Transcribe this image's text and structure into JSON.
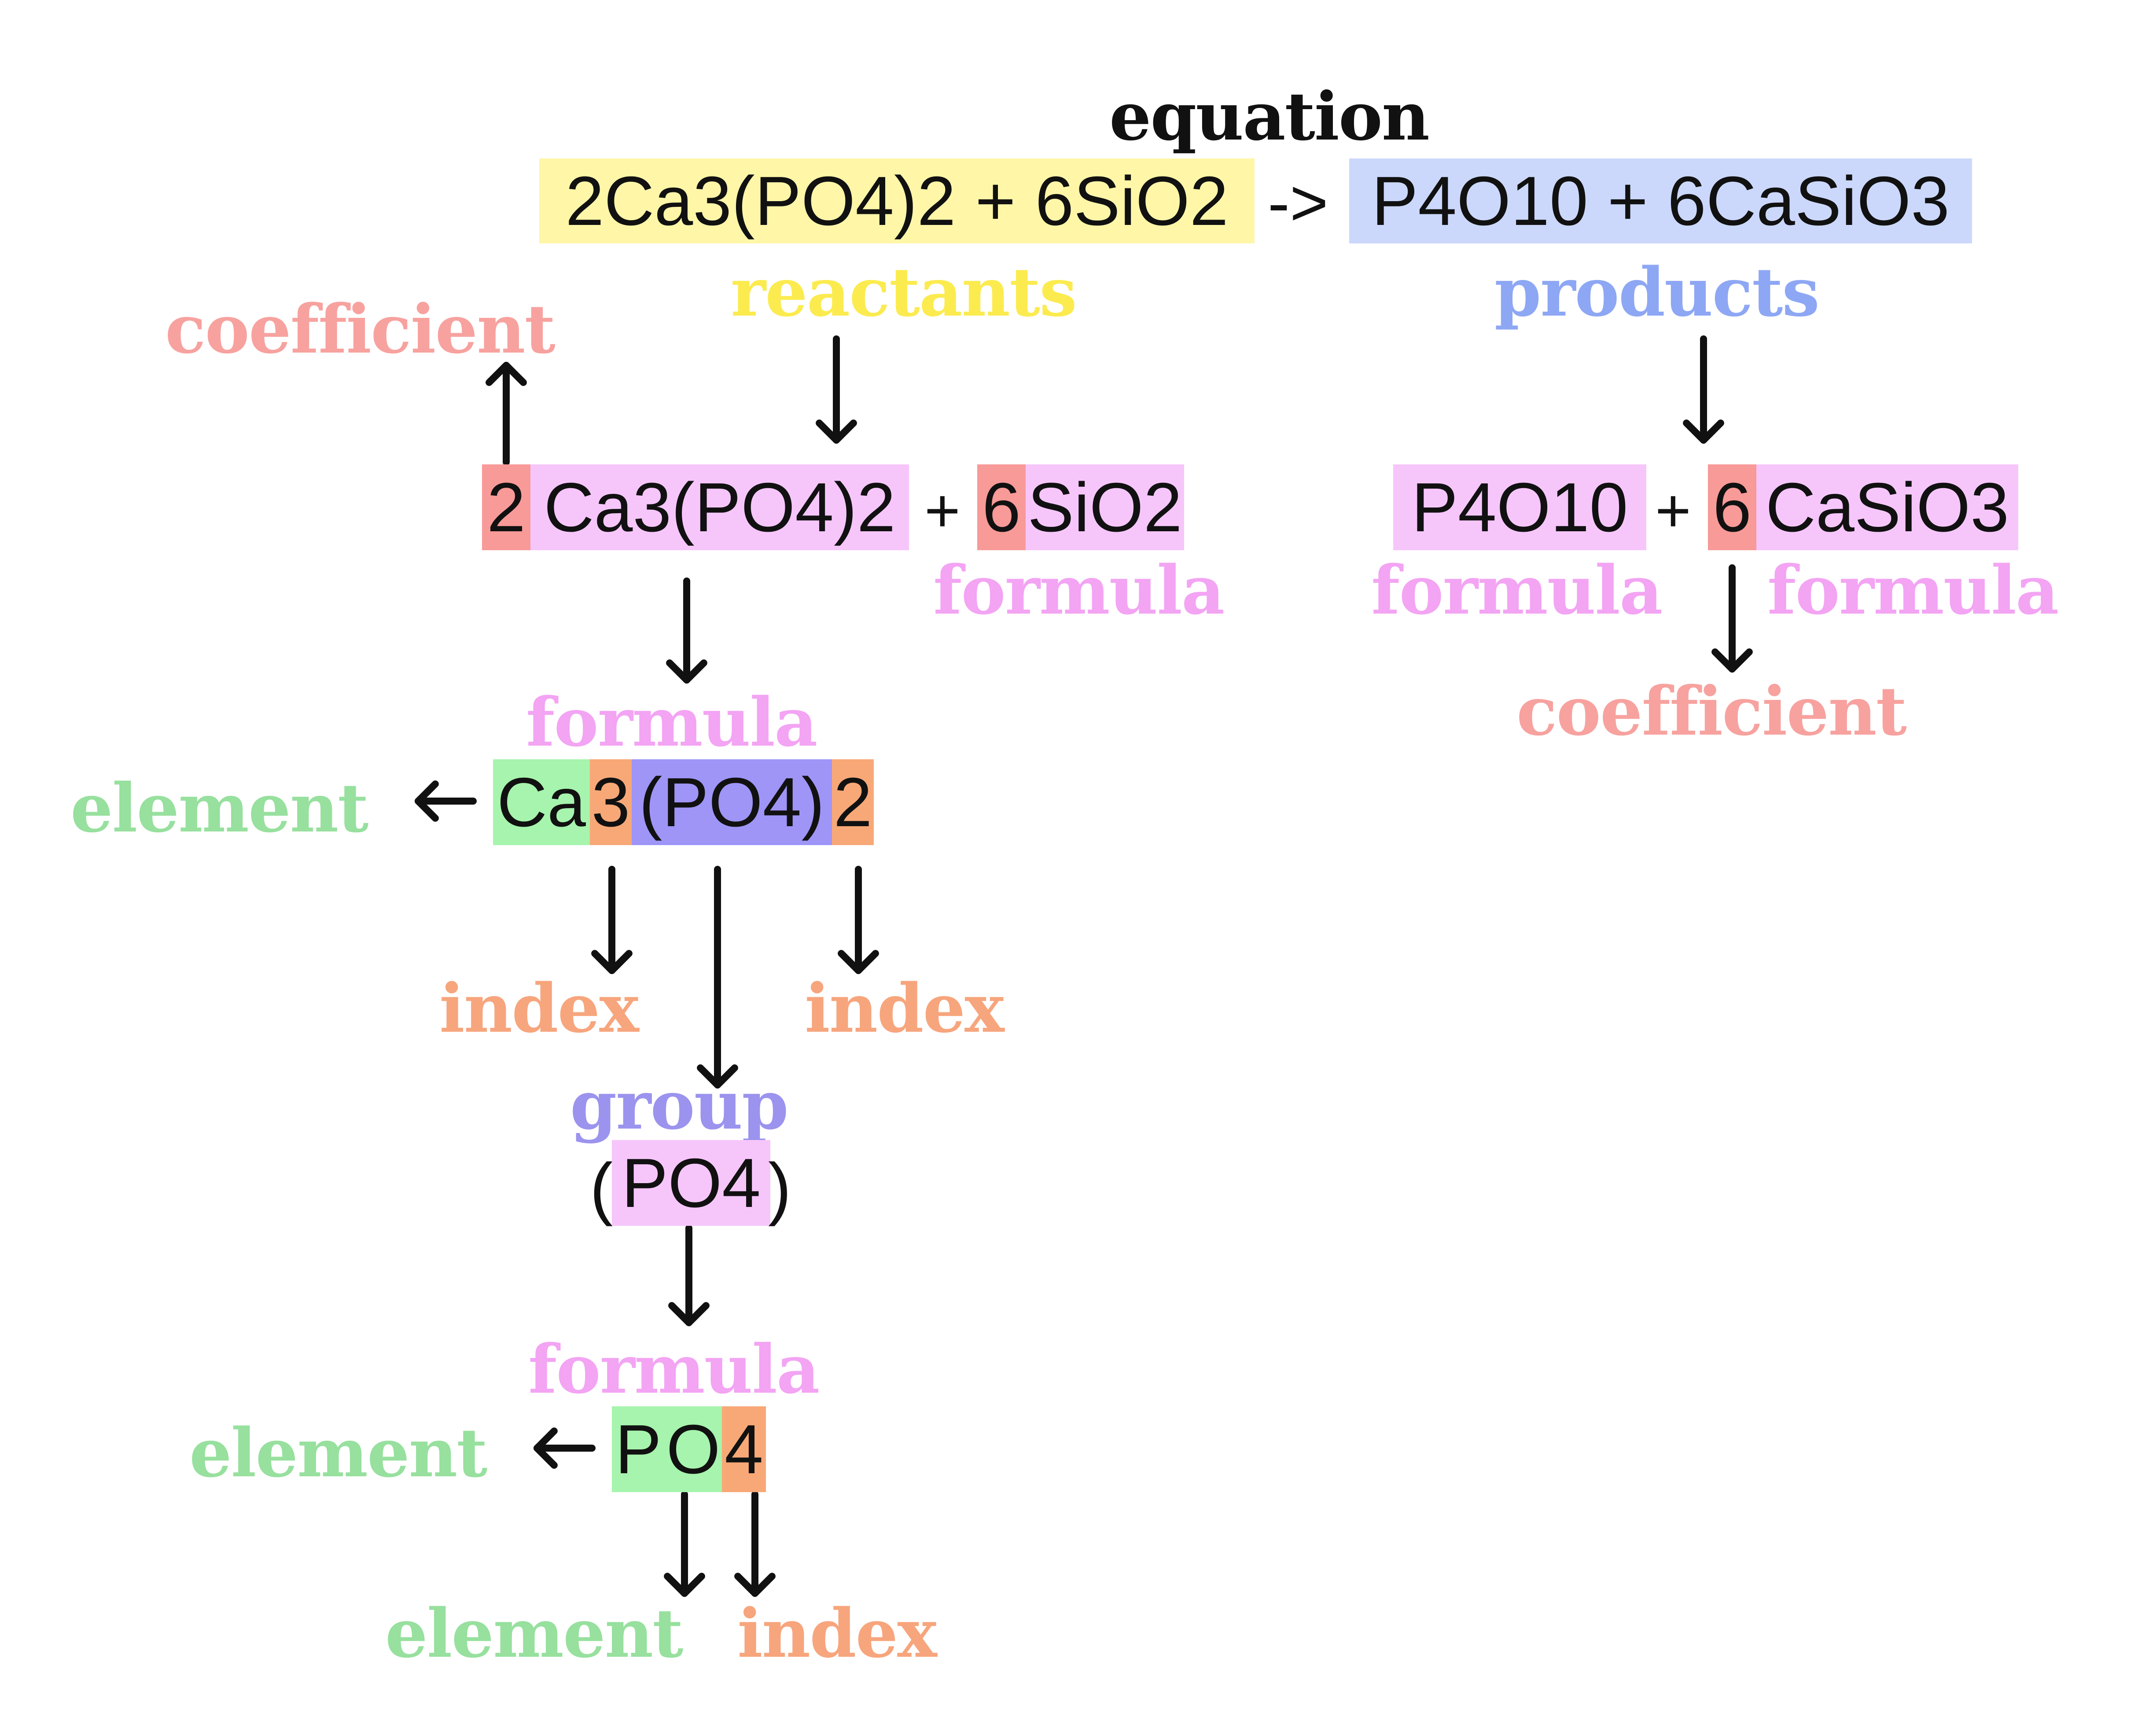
{
  "colors": {
    "reactant_bg": "#fff6a8",
    "product_bg": "#cbd8fb",
    "formula_bg": "#f6c6fb",
    "coefficient_bg": "#f79a98",
    "element_bg": "#a6f4ad",
    "index_bg": "#f8a877",
    "group_bg": "#9e95f7",
    "coefficient_text": "#f7a29f",
    "reactants_text": "#fbeb4f",
    "products_text": "#8ea7f4",
    "formula_text": "#f3a4f3",
    "element_text": "#97e09e",
    "index_text": "#f7a57d",
    "group_text": "#9b93ee",
    "equation_text": "#111111"
  },
  "top": {
    "label": "equation",
    "reactants": "2Ca3(PO4)2 + 6SiO2",
    "arrow": "->",
    "products": "P4O10 + 6CaSiO3"
  },
  "labels": {
    "reactants": "reactants",
    "products": "products",
    "coefficient": "coefficient",
    "formula": "formula",
    "element": "element",
    "index": "index",
    "group": "group"
  },
  "reactant_row": {
    "coef1": "2",
    "formula1": "Ca3(PO4)2",
    "plus": "+",
    "coef2": "6",
    "formula2": "SiO2"
  },
  "product_row": {
    "formula1": "P4O10",
    "plus": "+",
    "coef2": "6",
    "formula2": "CaSiO3"
  },
  "formula_breakdown": {
    "element": "Ca",
    "index1": "3",
    "group": "(PO4)",
    "index2": "2"
  },
  "group_detail": {
    "open": "(",
    "inner": "PO4",
    "close": ")"
  },
  "group_formula": {
    "element1": "P",
    "element2": "O",
    "index": "4"
  },
  "arrows": {
    "icon": "arrow-icon"
  }
}
